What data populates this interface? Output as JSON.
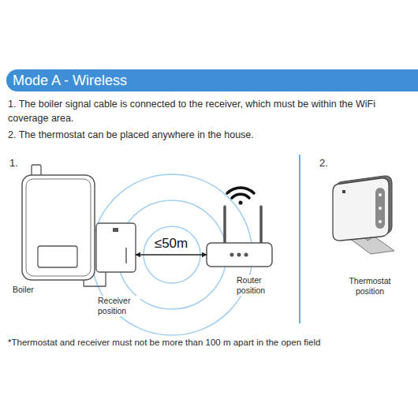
{
  "diagram": {
    "title": "Mode A - Wireless",
    "nodes": [
      {
        "text": [
          "Boiler"
        ]
      },
      {
        "text": [
          "Receiver position"
        ]
      },
      {
        "text": [
          "Router position"
        ]
      },
      {
        "text": [
          "Thermostat position"
        ]
      }
    ],
    "edges": [
      {
        "from": 0,
        "to": 1,
        "arrow": "none"
      },
      {
        "from": 1,
        "to": 2,
        "label": "≤50m",
        "arrow": "both"
      }
    ],
    "labels": [
      "1. The boiler signal cable is connected to the receiver, which must be within the WiFi coverage area.",
      "2. The thermostat can be placed anywhere in the house.",
      "1.",
      "2.",
      "*Thermostat and receiver must not be more than 100 m apart in the open field"
    ]
  }
}
